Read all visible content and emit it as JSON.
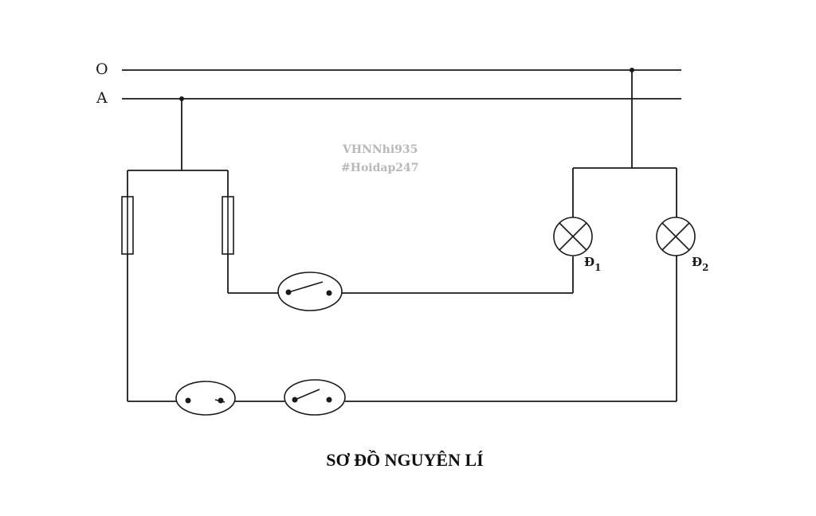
{
  "lines": {
    "o_label": "O",
    "a_label": "A"
  },
  "watermark": {
    "line1": "VHNNhi935",
    "line2": "#Hoidap247"
  },
  "lamps": [
    {
      "label": "Đ",
      "subscript": "1"
    },
    {
      "label": "Đ",
      "subscript": "2"
    }
  ],
  "title": "SƠ ĐỒ NGUYÊN LÍ"
}
